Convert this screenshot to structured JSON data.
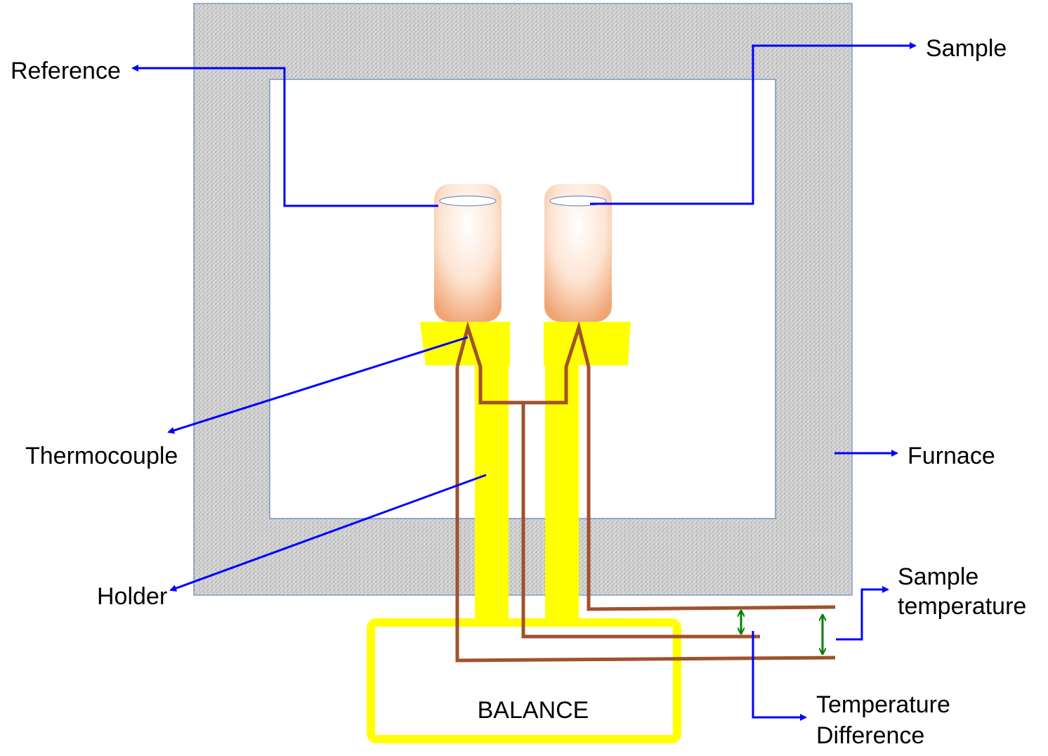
{
  "labels": {
    "reference": "Reference",
    "sample": "Sample",
    "thermocouple": "Thermocouple",
    "furnace": "Furnace",
    "holder": "Holder",
    "sample_temperature_line1": "Sample",
    "sample_temperature_line2": "temperature",
    "temperature_difference_line1": "Temperature",
    "temperature_difference_line2": "Difference",
    "balance": "BALANCE"
  },
  "colors": {
    "furnace_fill": "#d9d9d9",
    "furnace_border": "#7f9ac4",
    "holder": "#ffff00",
    "crucible_edge": "#f0a878",
    "thermocouple_wire": "#a0522d",
    "pointer_arrow": "#0000ff",
    "dimension_arrow": "#008000"
  }
}
